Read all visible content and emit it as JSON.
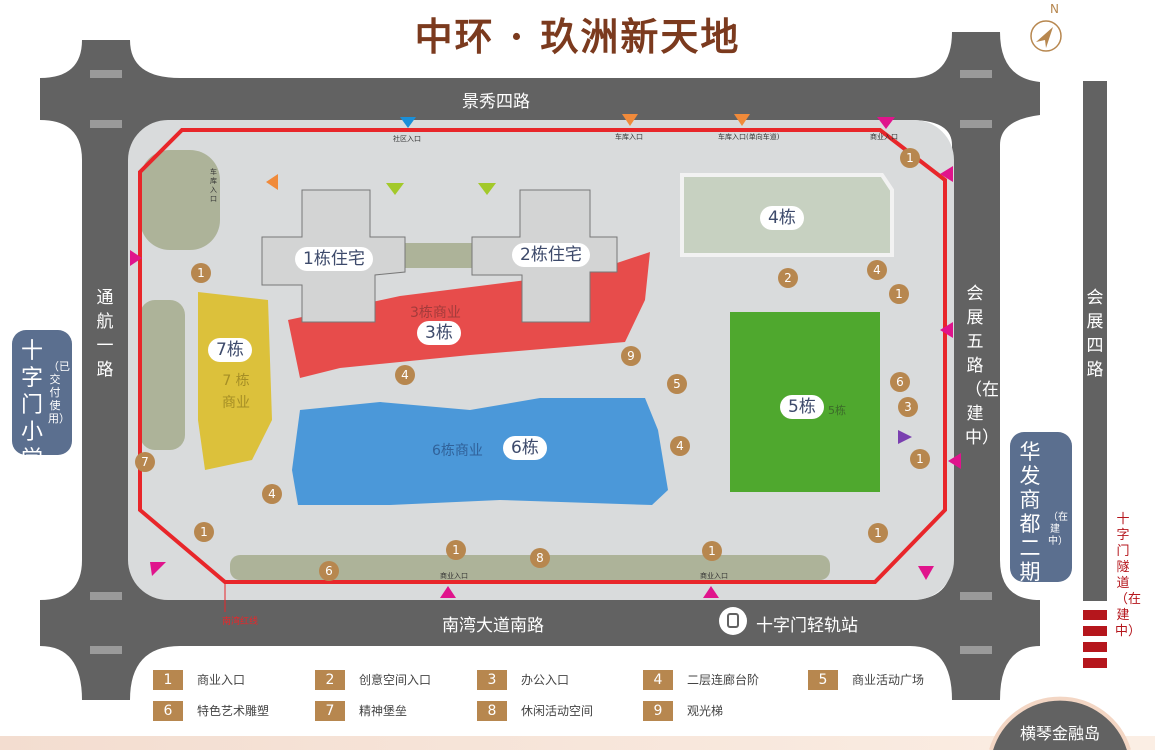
{
  "title": "中环 · 玖洲新天地",
  "north_label": "N",
  "roads": {
    "top": "景秀四路",
    "bottom": "南湾大道南路",
    "left": "通航一路",
    "right": "会展五路（在建中）",
    "far_right": "会展四路",
    "tunnel": "十字门隧道（在建中）"
  },
  "metro_station": "十字门轻轨站",
  "red_line_label": "南湾红线",
  "neighbors": {
    "school_name": "十字门小学",
    "school_note": "（已交付使用）",
    "huafa_name": "华发商都二期",
    "huafa_note": "（在建中）",
    "island": "横琴金融岛"
  },
  "buildings": {
    "b1": "1栋住宅",
    "b2": "2栋住宅",
    "b3": "3栋",
    "b3_sub": "3栋商业",
    "b4": "4栋",
    "b5": "5栋",
    "b5_sub": "5栋",
    "b6": "6栋",
    "b6_sub": "6栋商业",
    "b7": "7栋",
    "b7_sub": "7 栋 商业"
  },
  "entrances": {
    "community": "社区入口",
    "garage": "车库入口",
    "garage_oneway": "车库入口(单向车道)",
    "commercial_top": "商业入口",
    "commercial_bottom_1": "商业入口",
    "commercial_bottom_2": "商业入口",
    "garage_left": "车库入口"
  },
  "legend": [
    {
      "num": "1",
      "label": "商业入口"
    },
    {
      "num": "2",
      "label": "创意空间入口"
    },
    {
      "num": "3",
      "label": "办公入口"
    },
    {
      "num": "4",
      "label": "二层连廊台阶"
    },
    {
      "num": "5",
      "label": "商业活动广场"
    },
    {
      "num": "6",
      "label": "特色艺术雕塑"
    },
    {
      "num": "7",
      "label": "精神堡垒"
    },
    {
      "num": "8",
      "label": "休闲活动空间"
    },
    {
      "num": "9",
      "label": "观光梯"
    }
  ],
  "colors": {
    "road": "#626262",
    "boundary": "#e8262a",
    "building3": "#e8403e",
    "building5": "#4fa82e",
    "building6": "#3f93d8",
    "building7": "#dcbf2c",
    "marker": "#b7874f",
    "sidebox": "#5b6f8f",
    "entrance_commercial": "#e0148c",
    "entrance_garage": "#f08a3a",
    "entrance_community": "#1a8fd8",
    "entrance_residential": "#a3c92a"
  }
}
